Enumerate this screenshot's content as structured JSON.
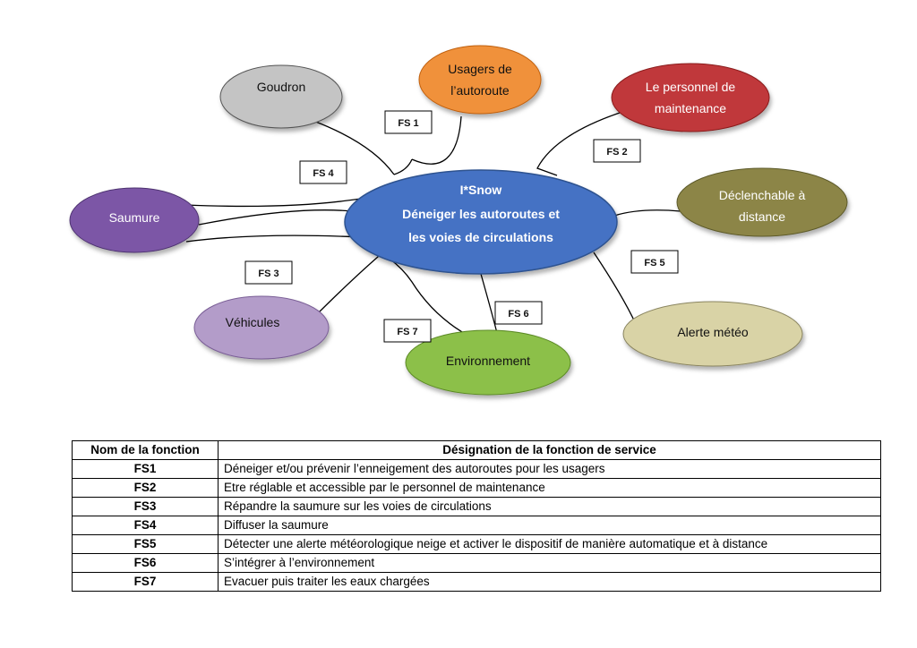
{
  "diagram": {
    "center": {
      "line1": "I*Snow",
      "line2": "Déneiger les autoroutes et",
      "line3": "les voies de circulations",
      "color": "#4472c4"
    },
    "nodes": {
      "goudron": {
        "label": "Goudron",
        "color": "#c4c4c4"
      },
      "usagers": {
        "line1": "Usagers de",
        "line2": "l’autoroute",
        "color": "#f0913a"
      },
      "personnel": {
        "line1": "Le personnel de",
        "line2": "maintenance",
        "color": "#c0393b"
      },
      "declenchable": {
        "line1": "Déclenchable à",
        "line2": "distance",
        "color": "#8c8546"
      },
      "alerte": {
        "label": "Alerte météo",
        "color": "#d9d3a6"
      },
      "environnement": {
        "label": "Environnement",
        "color": "#8cc04a"
      },
      "vehicules": {
        "label": "Véhicules",
        "color": "#b39cc9"
      },
      "saumure": {
        "label": "Saumure",
        "color": "#7b57a6"
      }
    },
    "fs_boxes": {
      "fs1": "FS 1",
      "fs2": "FS 2",
      "fs3": "FS 3",
      "fs4": "FS 4",
      "fs5": "FS 5",
      "fs6": "FS 6",
      "fs7": "FS 7"
    }
  },
  "table": {
    "headers": {
      "name": "Nom de la fonction",
      "designation": "Désignation de la fonction de service"
    },
    "rows": [
      {
        "code": "FS1",
        "desc": "Déneiger et/ou prévenir l’enneigement des autoroutes pour les usagers"
      },
      {
        "code": "FS2",
        "desc": "Etre réglable et accessible par le personnel de maintenance"
      },
      {
        "code": "FS3",
        "desc": "Répandre la saumure sur les voies de circulations"
      },
      {
        "code": "FS4",
        "desc": "Diffuser la saumure"
      },
      {
        "code": "FS5",
        "desc": "Détecter une alerte météorologique neige et activer le dispositif de manière automatique et à distance"
      },
      {
        "code": "FS6",
        "desc": "S’intégrer à l’environnement"
      },
      {
        "code": "FS7",
        "desc": "Evacuer puis traiter les eaux chargées"
      }
    ]
  }
}
